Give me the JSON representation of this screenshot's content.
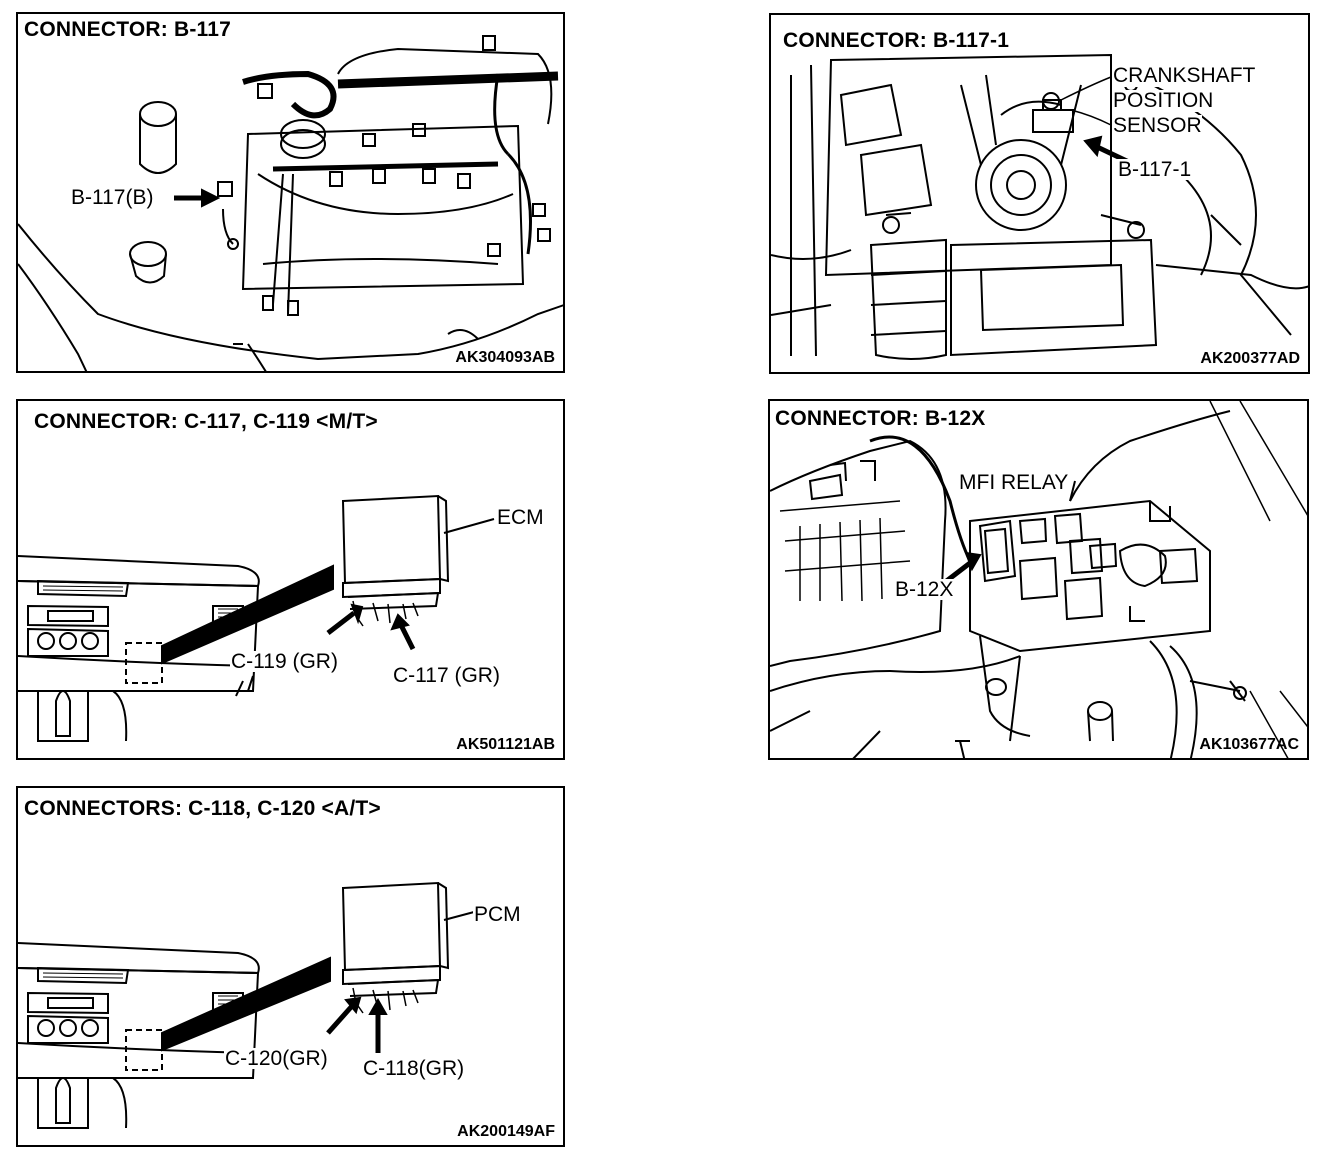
{
  "panels": {
    "p1": {
      "title": "CONNECTOR: B-117",
      "code": "AK304093AB",
      "labels": {
        "connector": "B-117(B)"
      }
    },
    "p2": {
      "title": "CONNECTOR: B-117-1",
      "code": "AK200377AD",
      "labels": {
        "sensor_line1": "CRANKSHAFT",
        "sensor_line2": "POSITION",
        "sensor_line3": "SENSOR",
        "connector": "B-117-1"
      }
    },
    "p3": {
      "title": "CONNECTOR: C-117, C-119 <M/T>",
      "code": "AK501121AB",
      "labels": {
        "unit": "ECM",
        "left": "C-119 (GR)",
        "right": "C-117 (GR)"
      }
    },
    "p4": {
      "title": "CONNECTOR: B-12X",
      "code": "AK103677AC",
      "labels": {
        "relay": "MFI RELAY",
        "connector": "B-12X"
      }
    },
    "p5": {
      "title": "CONNECTORS: C-118, C-120 <A/T>",
      "code": "AK200149AF",
      "labels": {
        "unit": "PCM",
        "left": "C-120(GR)",
        "right": "C-118(GR)"
      }
    }
  }
}
